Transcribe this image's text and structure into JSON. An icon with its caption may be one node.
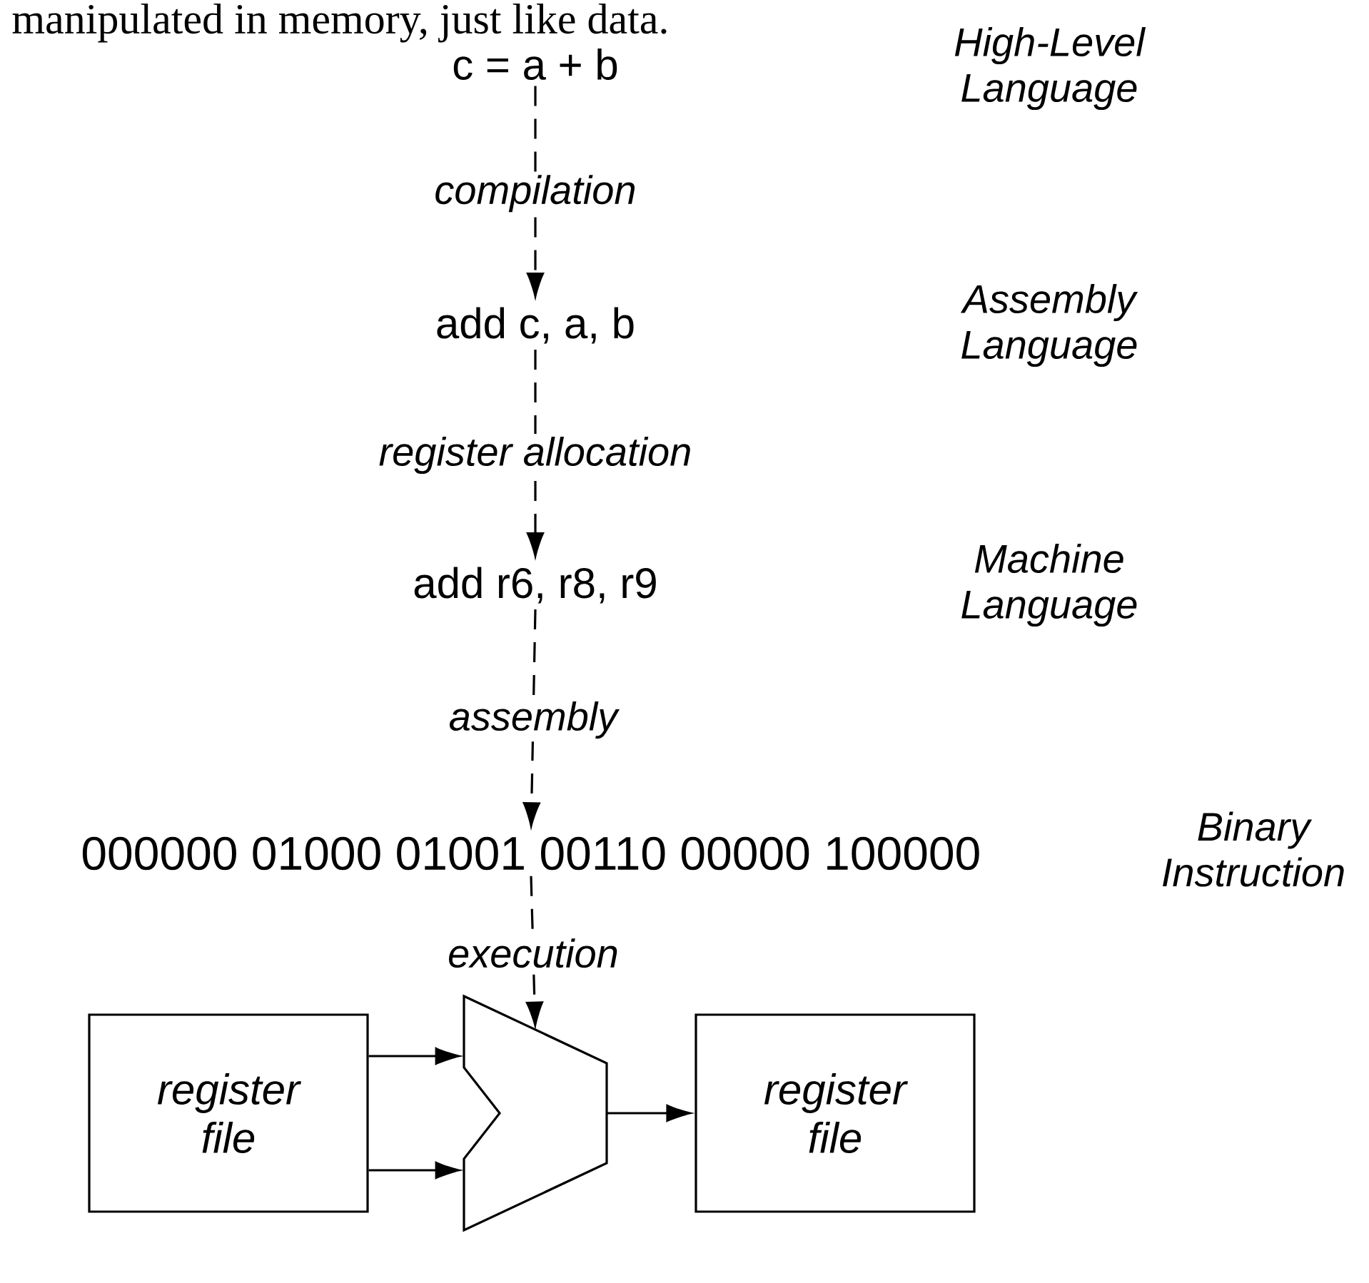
{
  "diagram": {
    "nodes": [
      {
        "text": [
          "c = a + b"
        ]
      },
      {
        "text": [
          "add c, a, b"
        ]
      },
      {
        "text": [
          "add r6, r8, r9"
        ]
      },
      {
        "text": [
          "000000 01000 01001 00110 00000 100000"
        ]
      },
      {
        "text": [
          "register file"
        ]
      },
      {
        "text": [],
        "shape": "alu"
      },
      {
        "text": [
          "register file"
        ]
      }
    ],
    "edges": [
      {
        "from": 0,
        "to": 1,
        "arrow": "to",
        "label": "compilation",
        "style": "dashed"
      },
      {
        "from": 1,
        "to": 2,
        "arrow": "to",
        "label": "register allocation",
        "style": "dashed"
      },
      {
        "from": 2,
        "to": 3,
        "arrow": "to",
        "label": "assembly",
        "style": "dashed"
      },
      {
        "from": 3,
        "to": 5,
        "arrow": "to",
        "label": "execution",
        "style": "dashed"
      },
      {
        "from": 4,
        "to": 5,
        "arrow": "to"
      },
      {
        "from": 4,
        "to": 5,
        "arrow": "to"
      },
      {
        "from": 5,
        "to": 6,
        "arrow": "to"
      }
    ],
    "labels": [
      "manipulated in memory, just like data.",
      "High-Level Language",
      "Assembly Language",
      "Machine Language",
      "Binary Instruction"
    ]
  }
}
